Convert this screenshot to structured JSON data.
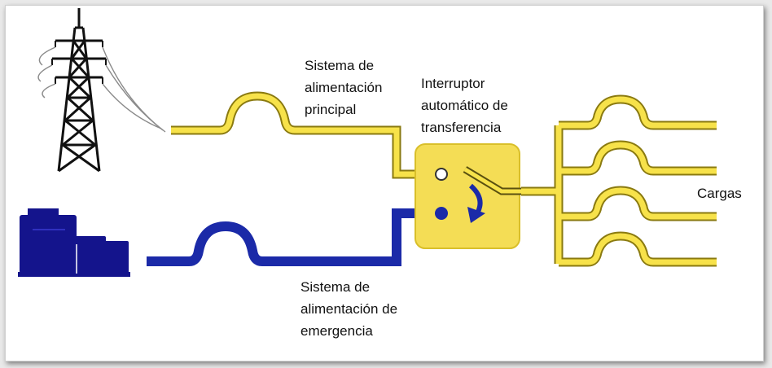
{
  "labels": {
    "main_supply_line1": "Sistema de",
    "main_supply_line2": "alimentación",
    "main_supply_line3": "principal",
    "switch_line1": "Interruptor",
    "switch_line2": "automático de",
    "switch_line3": "transferencia",
    "emergency_line1": "Sistema de",
    "emergency_line2": "alimentación de",
    "emergency_line3": "emergencia",
    "loads": "Cargas"
  },
  "colors": {
    "main_line": "#f7e24a",
    "main_outline": "#8a7a10",
    "emergency_line": "#1b2aa8",
    "switch_box": "#f4dd55",
    "switch_border": "#d9bf2a",
    "tower": "#111111",
    "generator": "#14148c"
  },
  "icons": {
    "tower": "transmission-tower-icon",
    "generator": "generator-icon",
    "arrow": "curved-arrow-icon"
  }
}
